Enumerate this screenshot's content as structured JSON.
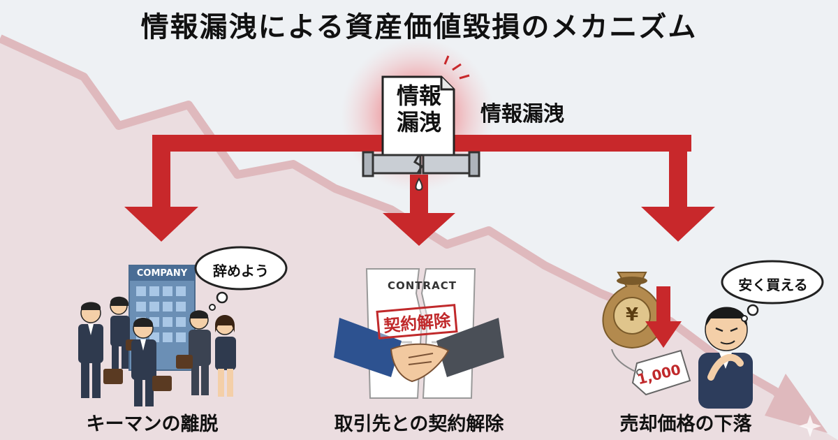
{
  "title": "情報漏洩による資産価値毀損のメカニズム",
  "source": {
    "document_text": "情報漏洩",
    "label": "情報漏洩"
  },
  "effects": [
    {
      "caption": "キーマンの離脱",
      "speech": "辞めよう",
      "sign_text": "COMPANY"
    },
    {
      "caption": "取引先との契約解除",
      "document_text": "CONTRACT",
      "stamp_text": "契約解除"
    },
    {
      "caption": "売却価格の下落",
      "speech": "安く買える",
      "bag_symbol": "¥",
      "tag_text": "1,000"
    }
  ],
  "colors": {
    "arrow": "#c8282b",
    "background": "#eef1f4",
    "trend": "#e8c8cb"
  }
}
